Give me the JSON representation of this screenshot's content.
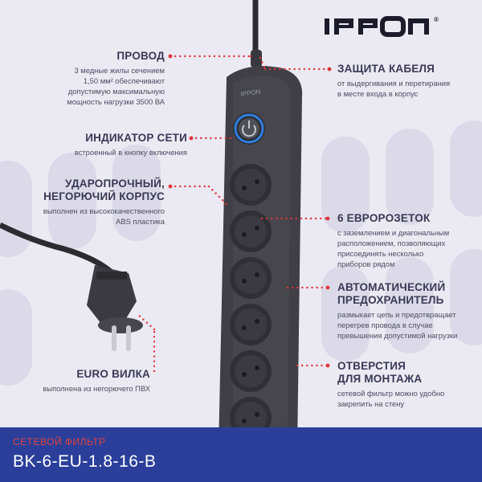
{
  "brand": {
    "logo_text": "IPPON",
    "registered": "®"
  },
  "features_left": [
    {
      "id": "wire",
      "title": "ПРОВОД",
      "desc": [
        "3 медные жилы сечением",
        "1,50 мм² обеспечивают",
        "допустимую максимальную",
        "мощность нагрузки 3500 ВА"
      ]
    },
    {
      "id": "indicator",
      "title": "ИНДИКАТОР СЕТИ",
      "desc": [
        "встроенный в кнопку включения"
      ]
    },
    {
      "id": "body",
      "title_lines": [
        "УДАРОПРОЧНЫЙ,",
        "НЕГОРЮЧИЙ КОРПУС"
      ],
      "desc": [
        "выполнен из высококачественного",
        "ABS пластика"
      ]
    },
    {
      "id": "plug",
      "title": "EURO ВИЛКА",
      "desc": [
        "выполнена из негорючего ПВХ"
      ]
    }
  ],
  "features_right": [
    {
      "id": "cable-protect",
      "title": "ЗАЩИТА КАБЕЛЯ",
      "desc": [
        "от выдергивания и перетирания",
        "в месте входа в корпус"
      ]
    },
    {
      "id": "sockets",
      "title": "6 ЕВРОРОЗЕТОК",
      "desc": [
        "с заземлением и диагональным",
        "расположением, позволяющих",
        "присоединять несколько",
        "приборов рядом"
      ]
    },
    {
      "id": "fuse",
      "title_lines": [
        "АВТОМАТИЧЕСКИЙ",
        "ПРЕДОХРАНИТЕЛЬ"
      ],
      "desc": [
        "размыкает цепь и предотвращает",
        "перегрев провода в случае",
        "превышения допустимой нагрузки"
      ]
    },
    {
      "id": "mount",
      "title_lines": [
        "ОТВЕРСТИЯ",
        "ДЛЯ МОНТАЖА"
      ],
      "desc": [
        "сетевой фильтр можно удобно",
        "закрепить на стену"
      ]
    }
  ],
  "device_label": "IPPON",
  "footer": {
    "type": "СЕТЕВОЙ ФИЛЬТР",
    "model": "BK-6-EU-1.8-16-B"
  },
  "colors": {
    "accent_dot": "#e0343a",
    "footer_bg": "#2b3f9a",
    "device": "#3f3f45",
    "power_ring": "#2f7fe0"
  }
}
